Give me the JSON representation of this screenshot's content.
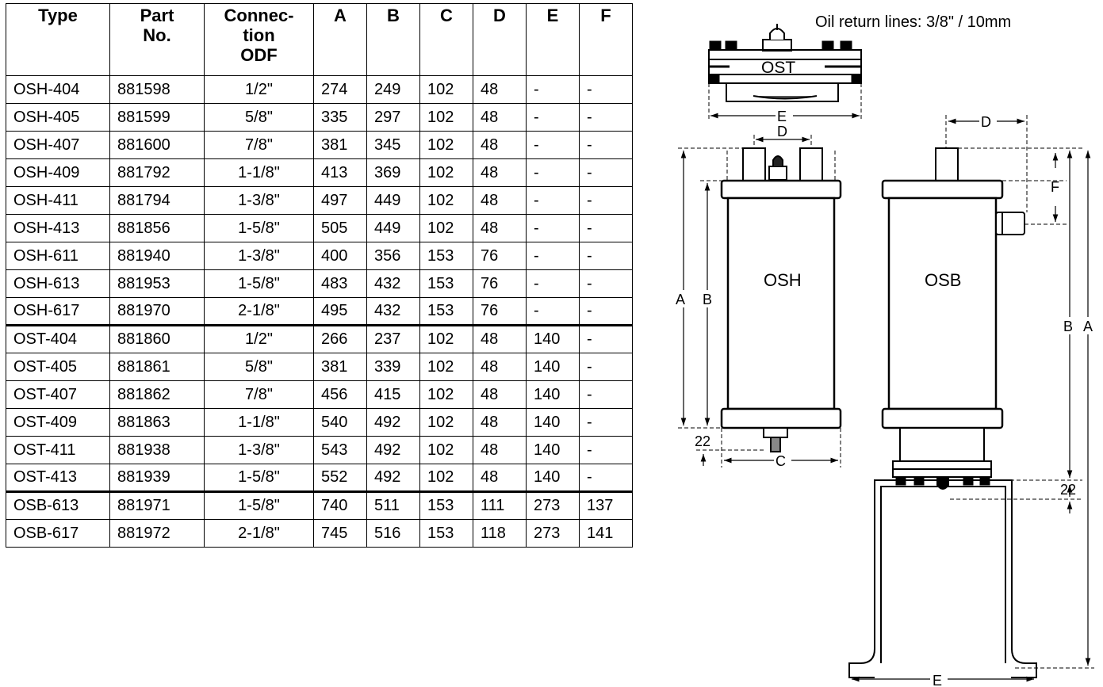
{
  "table": {
    "headers": [
      "Type",
      "Part\nNo.",
      "Connec-\ntion\nODF",
      "A",
      "B",
      "C",
      "D",
      "E",
      "F"
    ],
    "rows": [
      [
        "OSH-404",
        "881598",
        "1/2\"",
        "274",
        "249",
        "102",
        "48",
        "-",
        "-"
      ],
      [
        "OSH-405",
        "881599",
        "5/8\"",
        "335",
        "297",
        "102",
        "48",
        "-",
        "-"
      ],
      [
        "OSH-407",
        "881600",
        "7/8\"",
        "381",
        "345",
        "102",
        "48",
        "-",
        "-"
      ],
      [
        "OSH-409",
        "881792",
        "1-1/8\"",
        "413",
        "369",
        "102",
        "48",
        "-",
        "-"
      ],
      [
        "OSH-411",
        "881794",
        "1-3/8\"",
        "497",
        "449",
        "102",
        "48",
        "-",
        "-"
      ],
      [
        "OSH-413",
        "881856",
        "1-5/8\"",
        "505",
        "449",
        "102",
        "48",
        "-",
        "-"
      ],
      [
        "OSH-611",
        "881940",
        "1-3/8\"",
        "400",
        "356",
        "153",
        "76",
        "-",
        "-"
      ],
      [
        "OSH-613",
        "881953",
        "1-5/8\"",
        "483",
        "432",
        "153",
        "76",
        "-",
        "-"
      ],
      [
        "OSH-617",
        "881970",
        "2-1/8\"",
        "495",
        "432",
        "153",
        "76",
        "-",
        "-"
      ],
      [
        "OST-404",
        "881860",
        "1/2\"",
        "266",
        "237",
        "102",
        "48",
        "140",
        "-"
      ],
      [
        "OST-405",
        "881861",
        "5/8\"",
        "381",
        "339",
        "102",
        "48",
        "140",
        "-"
      ],
      [
        "OST-407",
        "881862",
        "7/8\"",
        "456",
        "415",
        "102",
        "48",
        "140",
        "-"
      ],
      [
        "OST-409",
        "881863",
        "1-1/8\"",
        "540",
        "492",
        "102",
        "48",
        "140",
        "-"
      ],
      [
        "OST-411",
        "881938",
        "1-3/8\"",
        "543",
        "492",
        "102",
        "48",
        "140",
        "-"
      ],
      [
        "OST-413",
        "881939",
        "1-5/8\"",
        "552",
        "492",
        "102",
        "48",
        "140",
        "-"
      ],
      [
        "OSB-613",
        "881971",
        "1-5/8\"",
        "740",
        "511",
        "153",
        "111",
        "273",
        "137"
      ],
      [
        "OSB-617",
        "881972",
        "2-1/8\"",
        "745",
        "516",
        "153",
        "118",
        "273",
        "141"
      ]
    ]
  },
  "drawing": {
    "note": "Oil return lines: 3/8\" / 10mm",
    "labels": {
      "ost": "OST",
      "osh": "OSH",
      "osb": "OSB",
      "a": "A",
      "b": "B",
      "c": "C",
      "d": "D",
      "e": "E",
      "f": "F",
      "dim22": "22"
    }
  }
}
